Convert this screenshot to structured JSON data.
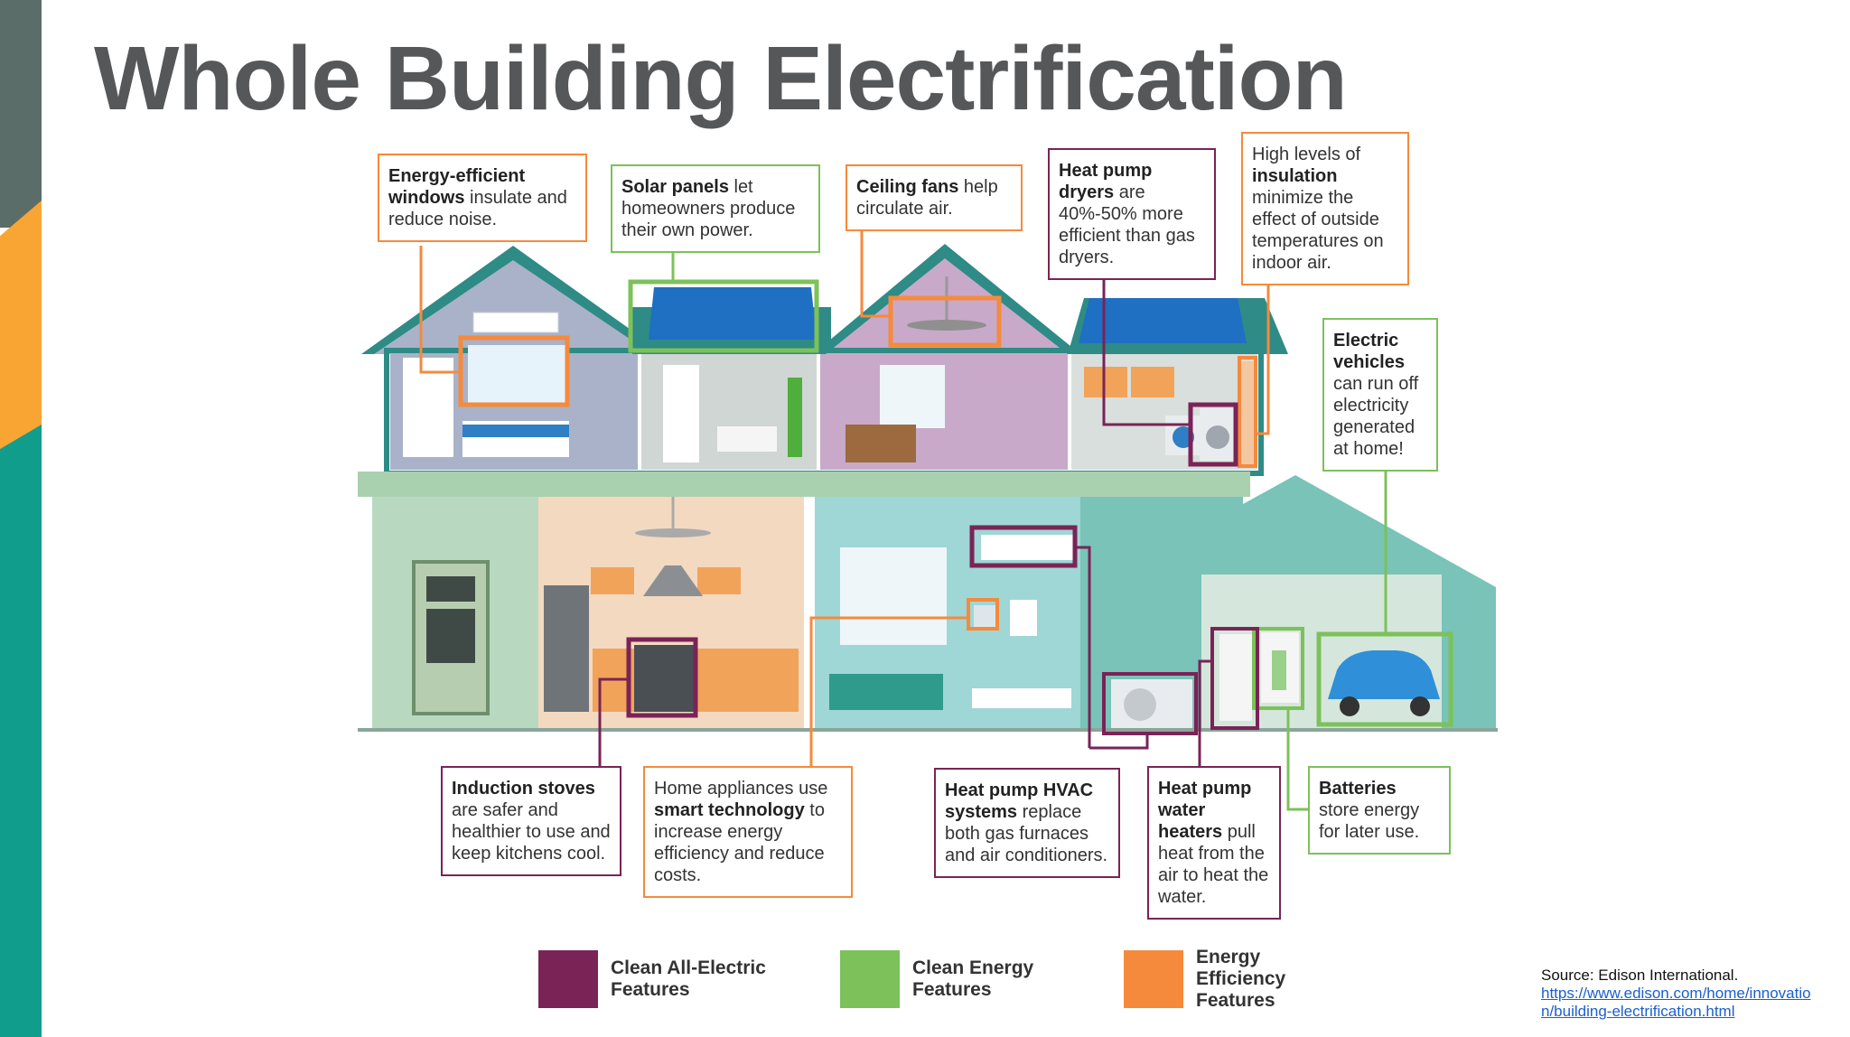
{
  "title": "Whole Building Electrification",
  "colors": {
    "clean_all_electric": "#7a2357",
    "clean_energy": "#7cc15a",
    "energy_efficiency": "#f58a3c",
    "sidebar_gray": "#5b6d68",
    "sidebar_orange": "#f9a533",
    "sidebar_teal": "#119d8c",
    "title_gray": "#555759"
  },
  "callouts": {
    "windows": {
      "bold1": "Energy-efficient windows",
      "text": " insulate and reduce noise."
    },
    "solar": {
      "bold1": "Solar panels",
      "text": " let homeowners produce their own power."
    },
    "fans": {
      "bold1": "Ceiling fans",
      "text": " help circulate air."
    },
    "dryers": {
      "bold1": "Heat pump dryers",
      "text": " are 40%-50% more efficient than gas dryers."
    },
    "insulation": {
      "pre": "High levels of ",
      "bold1": "insulation",
      "text": " minimize the effect of outside temperatures on indoor air."
    },
    "ev": {
      "bold1": "Electric vehicles",
      "text": " can run off electricity generated at home!"
    },
    "stoves": {
      "bold1": "Induction stoves",
      "text": " are safer and healthier to use and keep kitchens cool."
    },
    "smart": {
      "pre": "Home appliances use ",
      "bold1": "smart technology",
      "text": " to increase energy efficiency and reduce costs."
    },
    "hvac": {
      "bold1": "Heat pump HVAC systems",
      "text": " replace both gas furnaces and air conditioners."
    },
    "water": {
      "bold1": "Heat pump water heaters",
      "text": " pull heat from the air to heat the water."
    },
    "batteries": {
      "bold1": "Batteries",
      "text": " store energy for later use."
    }
  },
  "legend": [
    {
      "label": "Clean All-Electric Features",
      "color": "#7a2357"
    },
    {
      "label": "Clean Energy Features",
      "color": "#7cc15a"
    },
    {
      "label": "Energy Efficiency Features",
      "color": "#f58a3c"
    }
  ],
  "source": {
    "label": "Source: Edison International.",
    "url": "https://www.edison.com/home/innovation/building-electrification.html"
  }
}
